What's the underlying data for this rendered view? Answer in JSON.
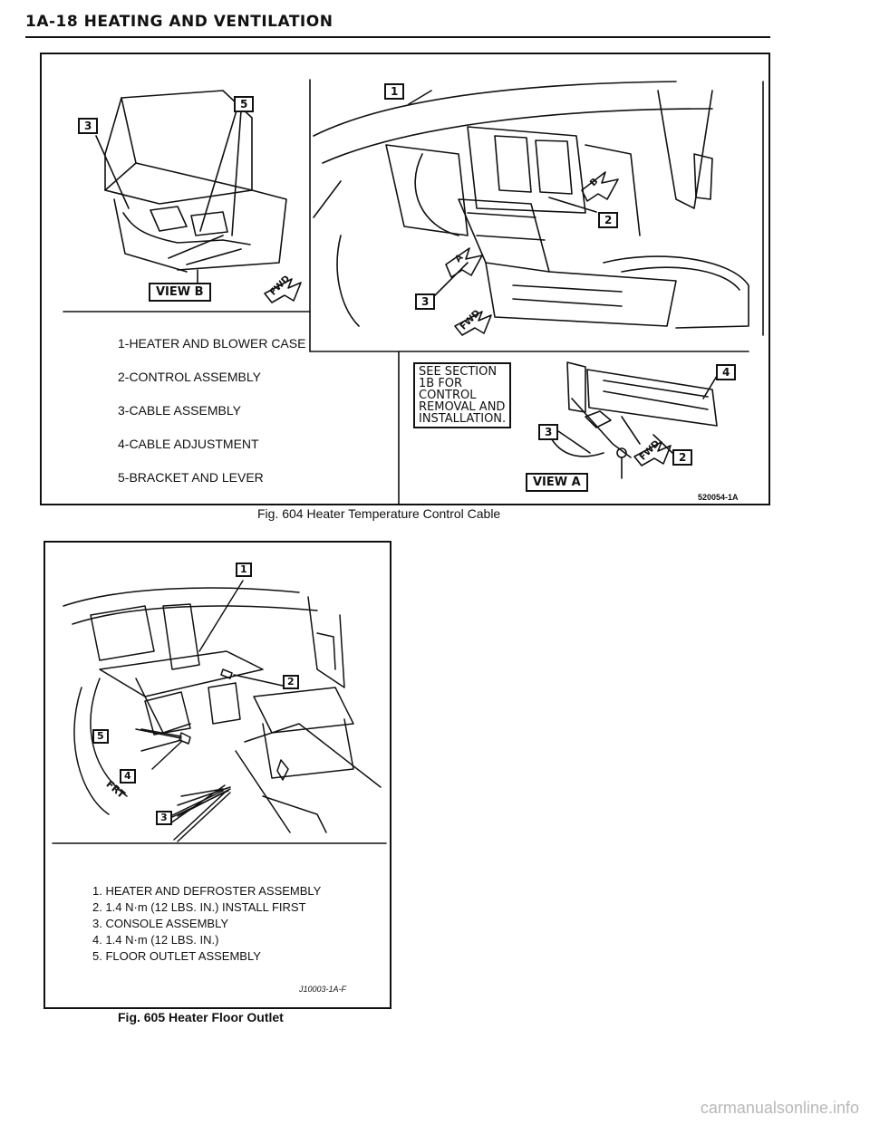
{
  "header": {
    "title": "1A-18 HEATING AND VENTILATION"
  },
  "fig604": {
    "legend": [
      "1-HEATER AND BLOWER CASE",
      "2-CONTROL ASSEMBLY",
      "3-CABLE ASSEMBLY",
      "4-CABLE ADJUSTMENT",
      "5-BRACKET AND LEVER"
    ],
    "view_b_label": "VIEW B",
    "view_a_label": "VIEW A",
    "note": "SEE SECTION\n1B FOR\nCONTROL\nREMOVAL AND\nINSTALLATION.",
    "callouts": {
      "view_b_5": "5",
      "view_b_3": "3",
      "main_1": "1",
      "main_2": "2",
      "main_3": "3",
      "view_a_4": "4",
      "view_a_3": "3",
      "view_a_2": "2"
    },
    "arrow_letters": {
      "a": "A",
      "b": "B"
    },
    "fwd_label": "FWD",
    "ref_code": "520054-1A",
    "caption": "Fig. 604 Heater Temperature Control Cable"
  },
  "fig605": {
    "legend": [
      "1. HEATER AND DEFROSTER ASSEMBLY",
      "2. 1.4 N·m (12 LBS. IN.) INSTALL FIRST",
      "3. CONSOLE ASSEMBLY",
      "4. 1.4 N·m (12 LBS. IN.)",
      "5. FLOOR OUTLET ASSEMBLY"
    ],
    "callouts": {
      "c1": "1",
      "c2": "2",
      "c3": "3",
      "c4": "4",
      "c5": "5"
    },
    "frt_label": "FRT",
    "ref_code": "J10003-1A-F",
    "caption": "Fig. 605 Heater Floor Outlet"
  },
  "watermark": "carmanualsonline.info"
}
